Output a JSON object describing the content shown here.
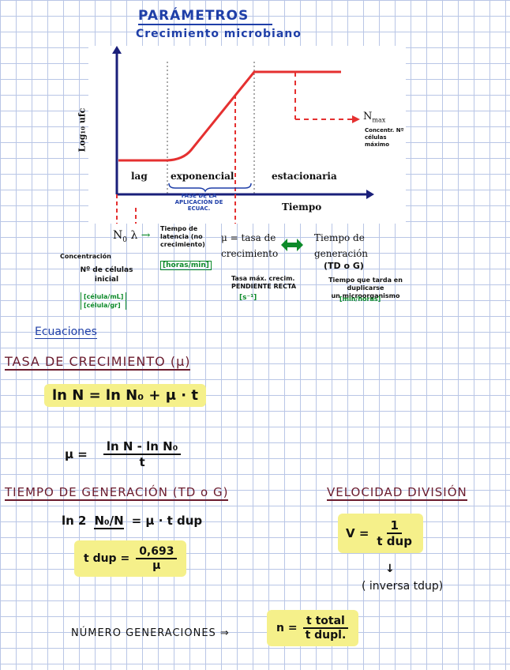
{
  "header": {
    "title": "PARÁMETROS",
    "subtitle": "Crecimiento microbiano"
  },
  "graph": {
    "y_axis_label": "Log₁₀ ufc",
    "x_axis_label": "Tiempo",
    "phases": [
      "lag",
      "exponencial",
      "estacionaria"
    ],
    "exp_note": "FASE DE LA APLICACIÓN DE ECUAC.",
    "nmax_label": "N",
    "nmax_sub": "max",
    "nmax_note": "Concentr. Nº células máximo",
    "colors": {
      "curve": "#e53030",
      "axis": "#1a1f7a",
      "highlight": "#f5f08a"
    }
  },
  "params": {
    "n0": "N",
    "n0_sub": "0",
    "lambda": "λ",
    "lambda_note": "Tiempo de latencia (no crecimiento)",
    "lambda_units": "[horas/min]",
    "n0_note1": "Concentración",
    "n0_note2": "Nº de células inicial",
    "n0_units1": "[célula/mL]",
    "n0_units2": "[célula/gr]",
    "mu_label": "μ = tasa de crecimiento",
    "mu_note": "Tasa máx. crecim. PENDIENTE RECTA",
    "mu_units": "[s⁻¹]",
    "tg_label": "Tiempo de generación",
    "tg_abbrev": "(TD o G)",
    "tg_note1": "Tiempo que tarda en duplicarse",
    "tg_note2": "un microorganismo",
    "tg_units": "[min/horas]"
  },
  "equations": {
    "section": "Ecuaciones",
    "tasa_heading": "TASA DE CRECIMIENTO (μ)",
    "eq1": "ln N = ln N₀ + μ · t",
    "eq2_lhs": "μ =",
    "eq2_num": "ln N - ln N₀",
    "eq2_den": "t",
    "tg_heading": "TIEMPO DE GENERACIÓN (TD o G)",
    "eq3_left": "ln 2",
    "eq3_frac": "N₀/N",
    "eq3_rhs": "= μ · t dup",
    "eq4_lhs": "t dup =",
    "eq4_num": "0,693",
    "eq4_den": "μ",
    "vel_heading": "VELOCIDAD DIVISIÓN",
    "eq5_lhs": "V =",
    "eq5_num": "1",
    "eq5_den": "t dup",
    "arrow": "↓",
    "inversa": "( inversa tdup)",
    "gen_label": "NÚMERO GENERACIONES ⇒",
    "eq6_lhs": "n =",
    "eq6_num": "t total",
    "eq6_den": "t dupl."
  }
}
